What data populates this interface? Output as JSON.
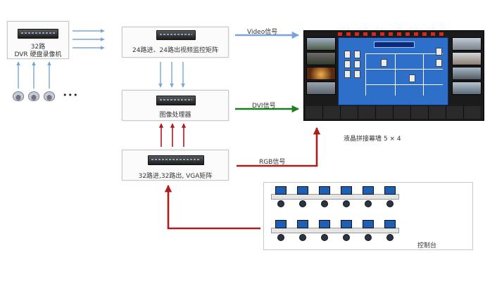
{
  "nodes": {
    "dvr": {
      "line1": "32路",
      "line2": "DVR 硬盘录像机"
    },
    "matrix24": {
      "label": "24路进、24路出视频监控矩阵"
    },
    "processor": {
      "label": "图像处理器"
    },
    "vga_matrix": {
      "label": "32路进,32路出, VGA矩阵"
    },
    "video_wall": {
      "label": "液晶拼接幕墙 5 × 4"
    },
    "console": {
      "label": "控制台"
    },
    "cameras": {
      "ellipsis": "•••"
    }
  },
  "signals": {
    "video": "Video信号",
    "dvi": "DVI信号",
    "rgb": "RGB信号"
  },
  "colors": {
    "blue_arrow": "#7aa3dc",
    "green_arrow": "#1e7d22",
    "red_arrow": "#b01c19"
  }
}
